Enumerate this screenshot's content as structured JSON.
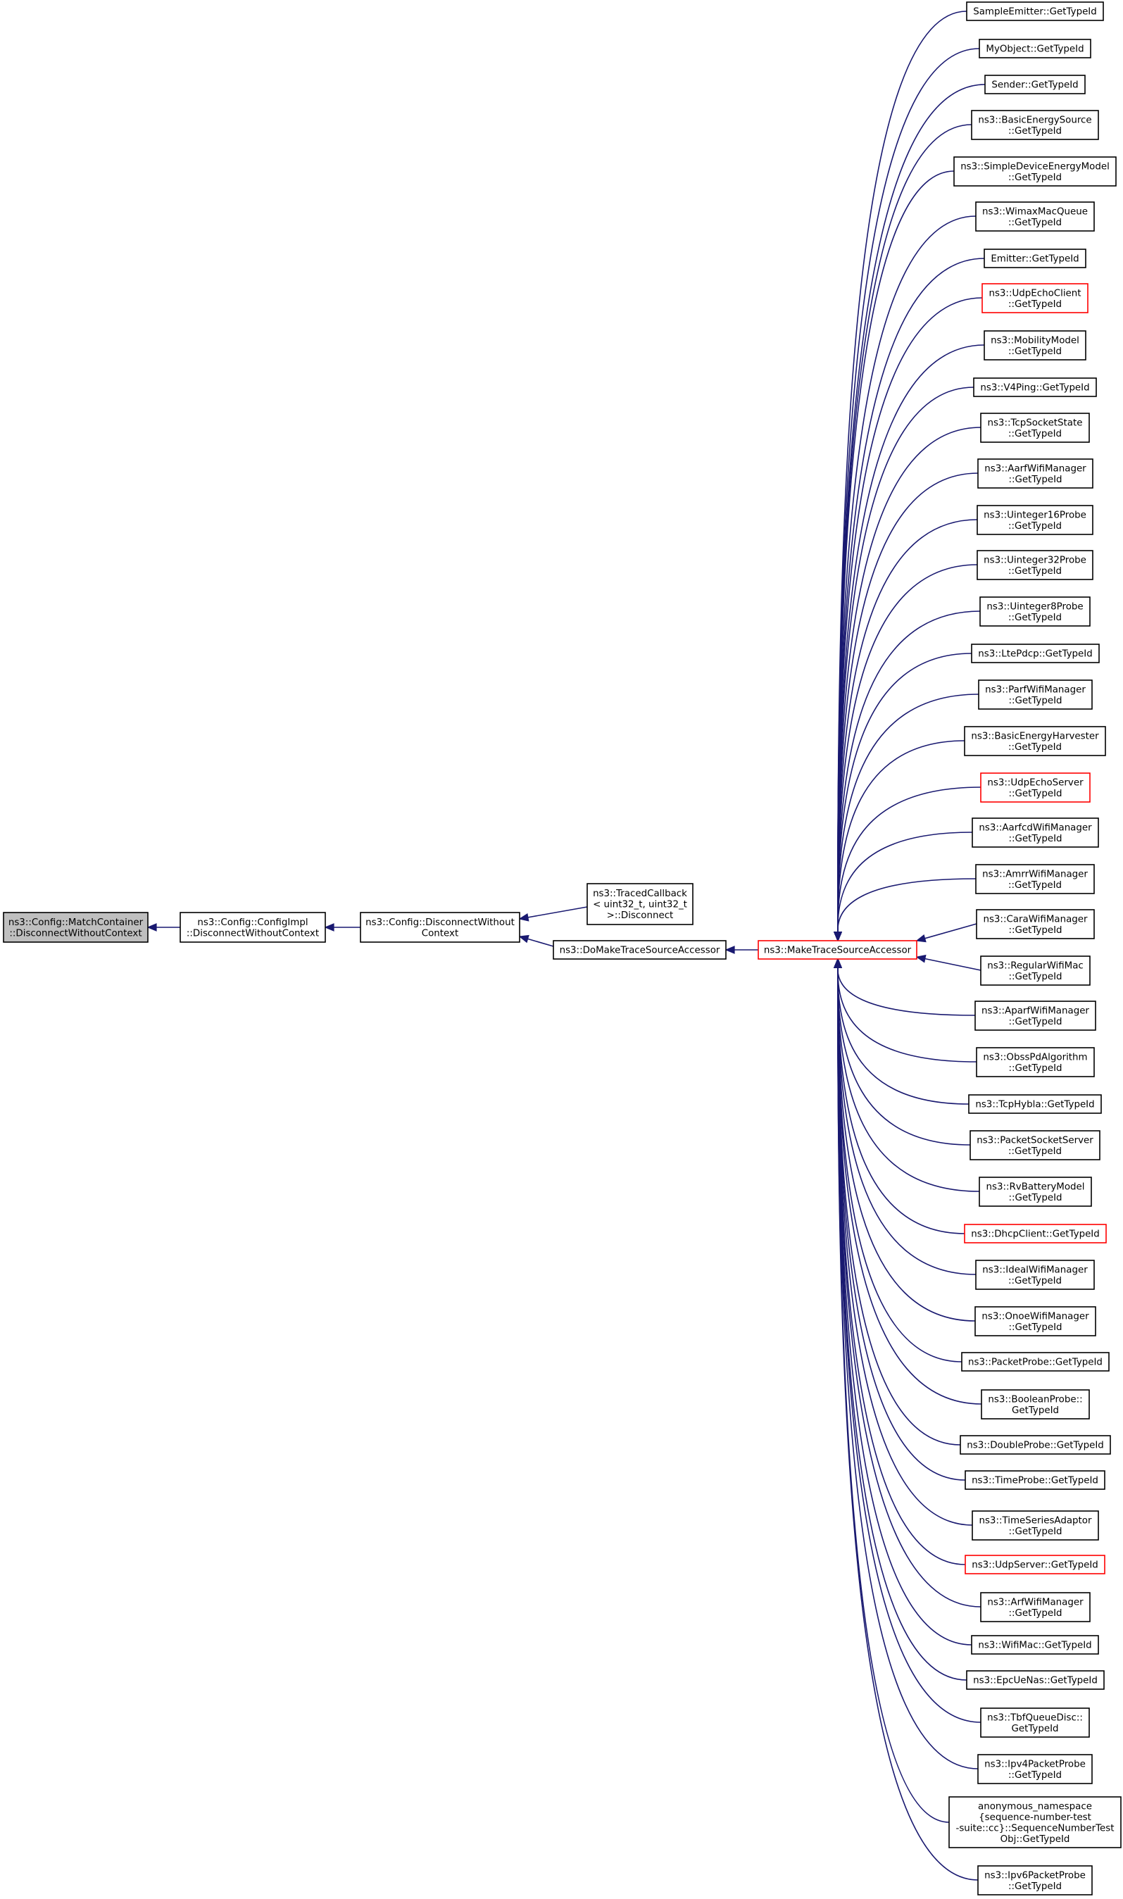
{
  "graph": {
    "root": {
      "id": "root",
      "lines": [
        "ns3::Config::MatchContainer",
        "::DisconnectWithoutContext"
      ],
      "current": true
    },
    "chain": [
      {
        "id": "impl",
        "lines": [
          "ns3::Config::ConfigImpl",
          "::DisconnectWithoutContext"
        ]
      },
      {
        "id": "disc",
        "lines": [
          "ns3::Config::DisconnectWithout",
          "Context"
        ]
      }
    ],
    "branches": [
      {
        "id": "traced",
        "lines": [
          "ns3::TracedCallback",
          "< uint32_t, uint32_t",
          ">::Disconnect"
        ]
      },
      {
        "id": "domake",
        "lines": [
          "ns3::DoMakeTraceSourceAccessor"
        ]
      }
    ],
    "hub": {
      "id": "make",
      "lines": [
        "ns3::MakeTraceSourceAccessor"
      ],
      "highlight": true
    },
    "callers": [
      {
        "lines": [
          "SampleEmitter::GetTypeId"
        ]
      },
      {
        "lines": [
          "MyObject::GetTypeId"
        ]
      },
      {
        "lines": [
          "Sender::GetTypeId"
        ]
      },
      {
        "lines": [
          "ns3::BasicEnergySource",
          "::GetTypeId"
        ]
      },
      {
        "lines": [
          "ns3::SimpleDeviceEnergyModel",
          "::GetTypeId"
        ]
      },
      {
        "lines": [
          "ns3::WimaxMacQueue",
          "::GetTypeId"
        ]
      },
      {
        "lines": [
          "Emitter::GetTypeId"
        ]
      },
      {
        "lines": [
          "ns3::UdpEchoClient",
          "::GetTypeId"
        ],
        "highlight": true
      },
      {
        "lines": [
          "ns3::MobilityModel",
          "::GetTypeId"
        ]
      },
      {
        "lines": [
          "ns3::V4Ping::GetTypeId"
        ]
      },
      {
        "lines": [
          "ns3::TcpSocketState",
          "::GetTypeId"
        ]
      },
      {
        "lines": [
          "ns3::AarfWifiManager",
          "::GetTypeId"
        ]
      },
      {
        "lines": [
          "ns3::Uinteger16Probe",
          "::GetTypeId"
        ]
      },
      {
        "lines": [
          "ns3::Uinteger32Probe",
          "::GetTypeId"
        ]
      },
      {
        "lines": [
          "ns3::Uinteger8Probe",
          "::GetTypeId"
        ]
      },
      {
        "lines": [
          "ns3::LtePdcp::GetTypeId"
        ]
      },
      {
        "lines": [
          "ns3::ParfWifiManager",
          "::GetTypeId"
        ]
      },
      {
        "lines": [
          "ns3::BasicEnergyHarvester",
          "::GetTypeId"
        ]
      },
      {
        "lines": [
          "ns3::UdpEchoServer",
          "::GetTypeId"
        ],
        "highlight": true
      },
      {
        "lines": [
          "ns3::AarfcdWifiManager",
          "::GetTypeId"
        ]
      },
      {
        "lines": [
          "ns3::AmrrWifiManager",
          "::GetTypeId"
        ]
      },
      {
        "lines": [
          "ns3::CaraWifiManager",
          "::GetTypeId"
        ]
      },
      {
        "lines": [
          "ns3::RegularWifiMac",
          "::GetTypeId"
        ]
      },
      {
        "lines": [
          "ns3::AparfWifiManager",
          "::GetTypeId"
        ]
      },
      {
        "lines": [
          "ns3::ObssPdAlgorithm",
          "::GetTypeId"
        ]
      },
      {
        "lines": [
          "ns3::TcpHybla::GetTypeId"
        ]
      },
      {
        "lines": [
          "ns3::PacketSocketServer",
          "::GetTypeId"
        ]
      },
      {
        "lines": [
          "ns3::RvBatteryModel",
          "::GetTypeId"
        ]
      },
      {
        "lines": [
          "ns3::DhcpClient::GetTypeId"
        ],
        "highlight": true
      },
      {
        "lines": [
          "ns3::IdealWifiManager",
          "::GetTypeId"
        ]
      },
      {
        "lines": [
          "ns3::OnoeWifiManager",
          "::GetTypeId"
        ]
      },
      {
        "lines": [
          "ns3::PacketProbe::GetTypeId"
        ]
      },
      {
        "lines": [
          "ns3::BooleanProbe::",
          "GetTypeId"
        ]
      },
      {
        "lines": [
          "ns3::DoubleProbe::GetTypeId"
        ]
      },
      {
        "lines": [
          "ns3::TimeProbe::GetTypeId"
        ]
      },
      {
        "lines": [
          "ns3::TimeSeriesAdaptor",
          "::GetTypeId"
        ]
      },
      {
        "lines": [
          "ns3::UdpServer::GetTypeId"
        ],
        "highlight": true
      },
      {
        "lines": [
          "ns3::ArfWifiManager",
          "::GetTypeId"
        ]
      },
      {
        "lines": [
          "ns3::WifiMac::GetTypeId"
        ]
      },
      {
        "lines": [
          "ns3::EpcUeNas::GetTypeId"
        ]
      },
      {
        "lines": [
          "ns3::TbfQueueDisc::",
          "GetTypeId"
        ]
      },
      {
        "lines": [
          "ns3::Ipv4PacketProbe",
          "::GetTypeId"
        ]
      },
      {
        "lines": [
          "anonymous_namespace",
          "{sequence-number-test",
          "-suite::cc}::SequenceNumberTest",
          "Obj::GetTypeId"
        ]
      },
      {
        "lines": [
          "ns3::Ipv6PacketProbe",
          "::GetTypeId"
        ]
      }
    ]
  },
  "colors": {
    "edge": "#191970",
    "highlight_border": "#ff0000",
    "current_fill": "#bfbfbf"
  }
}
